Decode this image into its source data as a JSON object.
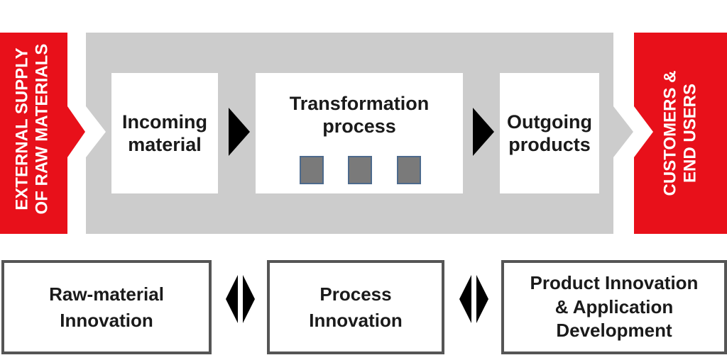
{
  "left_banner": {
    "text_line1": "EXTERNAL SUPPLY",
    "text_line2": "OF RAW MATERIALS",
    "color": "#e8101a"
  },
  "right_banner": {
    "text_line1": "CUSTOMERS &",
    "text_line2": "END USERS",
    "color": "#e8101a"
  },
  "process_band": {
    "color": "#cccccc"
  },
  "stages": {
    "incoming": {
      "line1": "Incoming",
      "line2": "material"
    },
    "transformation": {
      "line1": "Transformation",
      "line2": "process",
      "steps": 3
    },
    "outgoing": {
      "line1": "Outgoing",
      "line2": "products"
    }
  },
  "innovation": {
    "raw": {
      "line1": "Raw-material",
      "line2": "Innovation"
    },
    "process": {
      "line1": "Process",
      "line2": "Innovation"
    },
    "product": {
      "line1": "Product Innovation",
      "line2": "& Application",
      "line3": "Development"
    }
  }
}
